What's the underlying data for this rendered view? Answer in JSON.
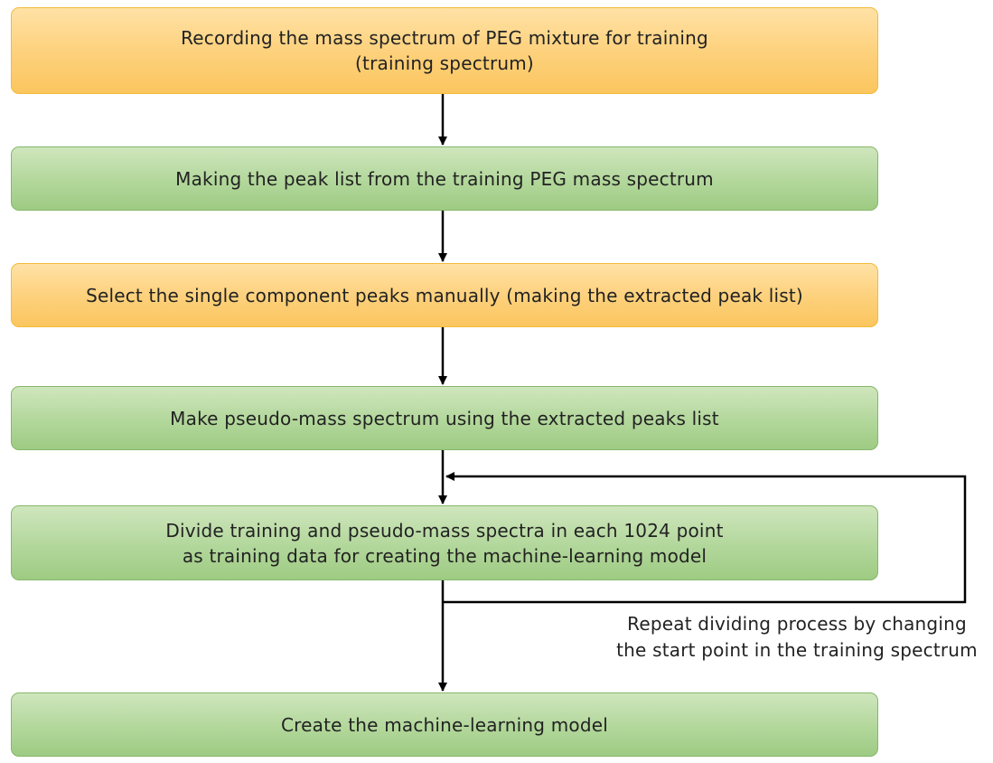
{
  "steps": [
    {
      "lines": [
        "Recording the mass spectrum of PEG mixture for training",
        "(training spectrum)"
      ],
      "color": "orange"
    },
    {
      "lines": [
        "Making the peak list from the training PEG mass spectrum"
      ],
      "color": "green"
    },
    {
      "lines": [
        "Select the single component peaks manually (making the extracted peak list)"
      ],
      "color": "orange"
    },
    {
      "lines": [
        "Make pseudo-mass spectrum using the extracted peaks list"
      ],
      "color": "green"
    },
    {
      "lines": [
        "Divide training and pseudo-mass spectra in each 1024 point",
        "as training data for creating the machine-learning model"
      ],
      "color": "green"
    },
    {
      "lines": [
        "Create the machine-learning model"
      ],
      "color": "green"
    }
  ],
  "loop_note": {
    "lines": [
      "Repeat dividing process by changing",
      "the start point in the training spectrum"
    ]
  },
  "colors": {
    "orange_fill": "#fdd07a",
    "green_fill": "#b2d79b",
    "arrow": "#000000"
  }
}
